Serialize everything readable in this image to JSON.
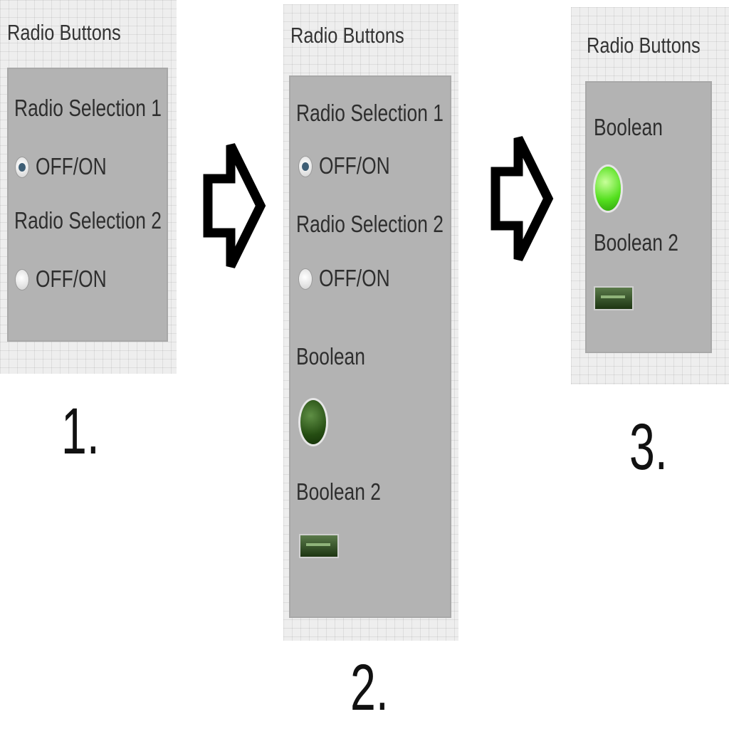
{
  "steps": [
    {
      "title": "Radio Buttons",
      "number": "1.",
      "radio_1_label": "Radio Selection 1",
      "radio_1_option": "OFF/ON",
      "radio_1_selected": true,
      "radio_2_label": "Radio Selection 2",
      "radio_2_option": "OFF/ON",
      "radio_2_selected": false
    },
    {
      "title": "Radio Buttons",
      "number": "2.",
      "radio_1_label": "Radio Selection 1",
      "radio_1_option": "OFF/ON",
      "radio_1_selected": true,
      "radio_2_label": "Radio Selection 2",
      "radio_2_option": "OFF/ON",
      "radio_2_selected": false,
      "boolean_label": "Boolean",
      "boolean_state": "off",
      "boolean2_label": "Boolean 2"
    },
    {
      "title": "Radio Buttons",
      "number": "3.",
      "boolean_label": "Boolean",
      "boolean_state": "on",
      "boolean2_label": "Boolean 2"
    }
  ],
  "icons": [
    "right-arrow-icon",
    "right-arrow-icon"
  ],
  "colors": {
    "cluster_bg": "#b3b3b3",
    "led_off": "#254d12",
    "led_on": "#55e01f"
  }
}
